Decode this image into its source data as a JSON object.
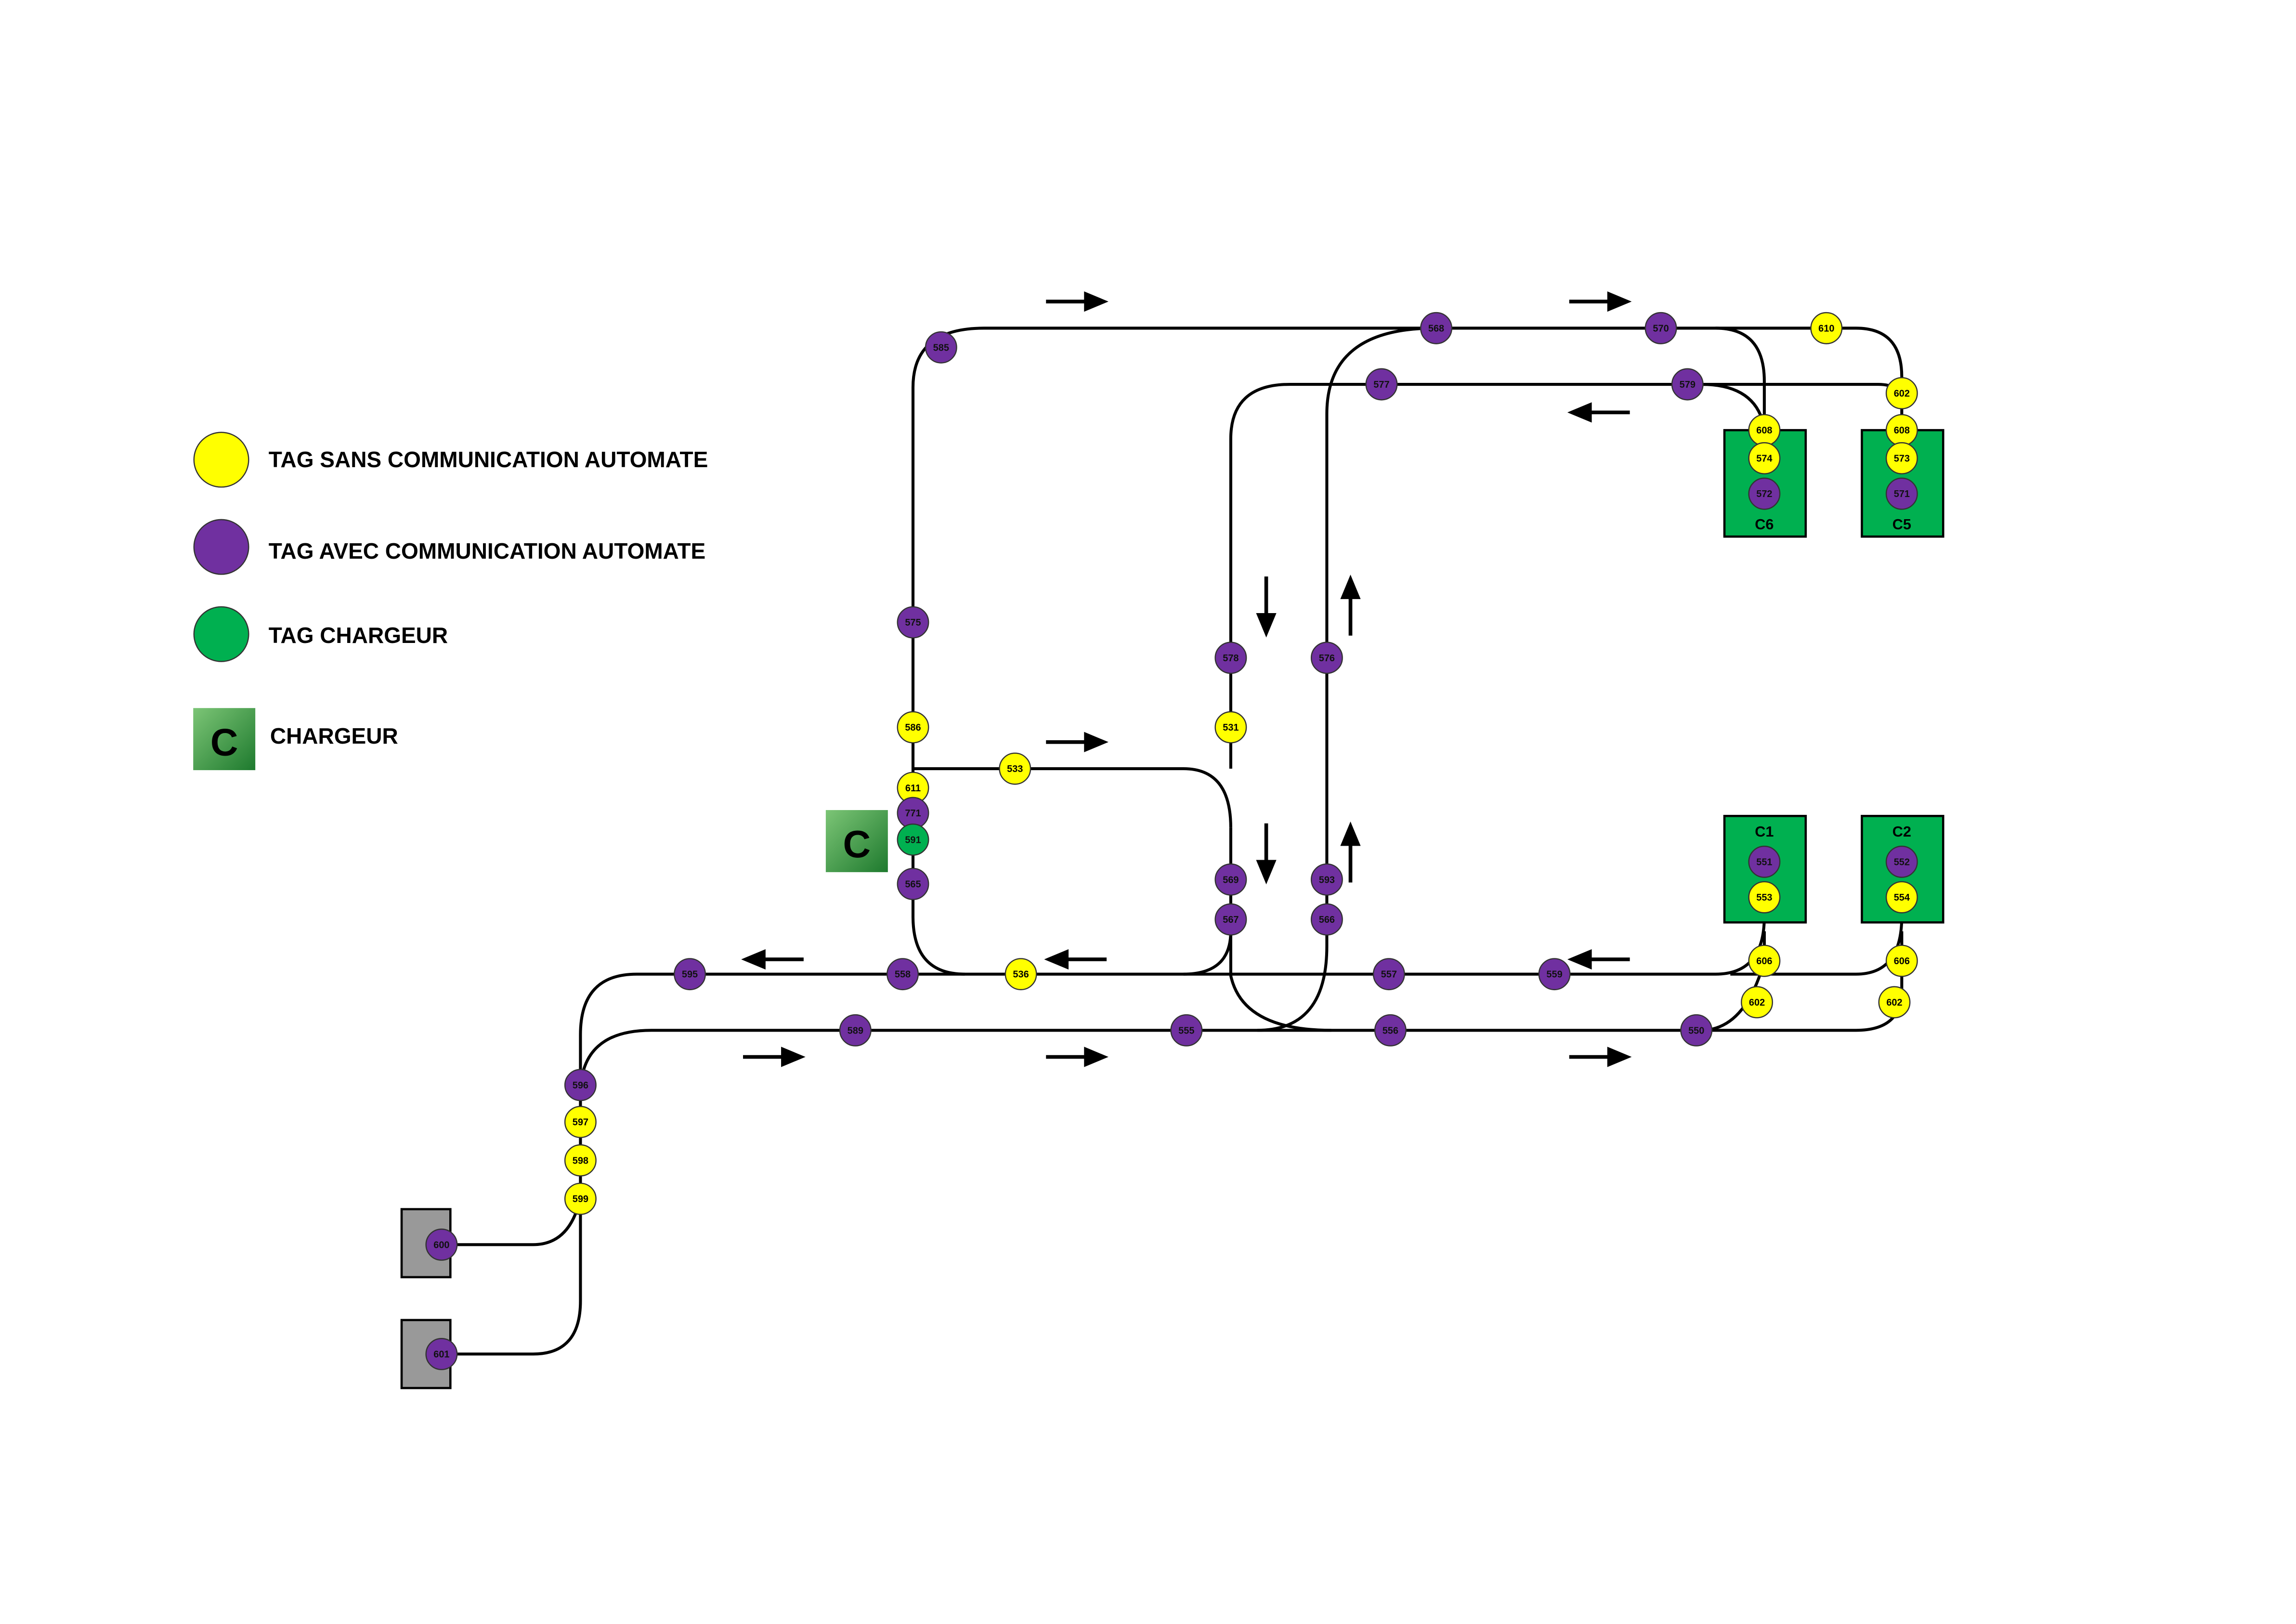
{
  "legend": {
    "yellow_label": "TAG SANS COMMUNICATION AUTOMATE",
    "purple_label": "TAG AVEC COMMUNICATION AUTOMATE",
    "green_label": "TAG CHARGEUR",
    "charger_label": "CHARGEUR",
    "charger_icon_letter": "C"
  },
  "colors": {
    "yellow": "#ffff00",
    "purple": "#7030a0",
    "green": "#00b050",
    "charger_dark": "#1e7a2e",
    "charger_light": "#7cc576",
    "station_gray": "#999999",
    "track": "#000000"
  },
  "chargers": {
    "main": "C",
    "c6": "C6",
    "c5": "C5",
    "c1": "C1",
    "c2": "C2"
  },
  "tags": {
    "t585": "585",
    "t568": "568",
    "t570": "570",
    "t610": "610",
    "t577": "577",
    "t579": "579",
    "t602a": "602",
    "t608a": "608",
    "t574": "574",
    "t572": "572",
    "t608b": "608",
    "t573": "573",
    "t571": "571",
    "t575": "575",
    "t586": "586",
    "t611": "611",
    "t771": "771",
    "t591": "591",
    "t565": "565",
    "t533": "533",
    "t578": "578",
    "t531": "531",
    "t576": "576",
    "t569": "569",
    "t567": "567",
    "t593": "593",
    "t566": "566",
    "t551": "551",
    "t553": "553",
    "t552": "552",
    "t554": "554",
    "t606a": "606",
    "t602b": "602",
    "t606b": "606",
    "t602c": "602",
    "t595": "595",
    "t558": "558",
    "t536": "536",
    "t557": "557",
    "t559": "559",
    "t589": "589",
    "t555": "555",
    "t556": "556",
    "t550": "550",
    "t596": "596",
    "t597": "597",
    "t598": "598",
    "t599": "599",
    "t600": "600",
    "t601": "601"
  }
}
